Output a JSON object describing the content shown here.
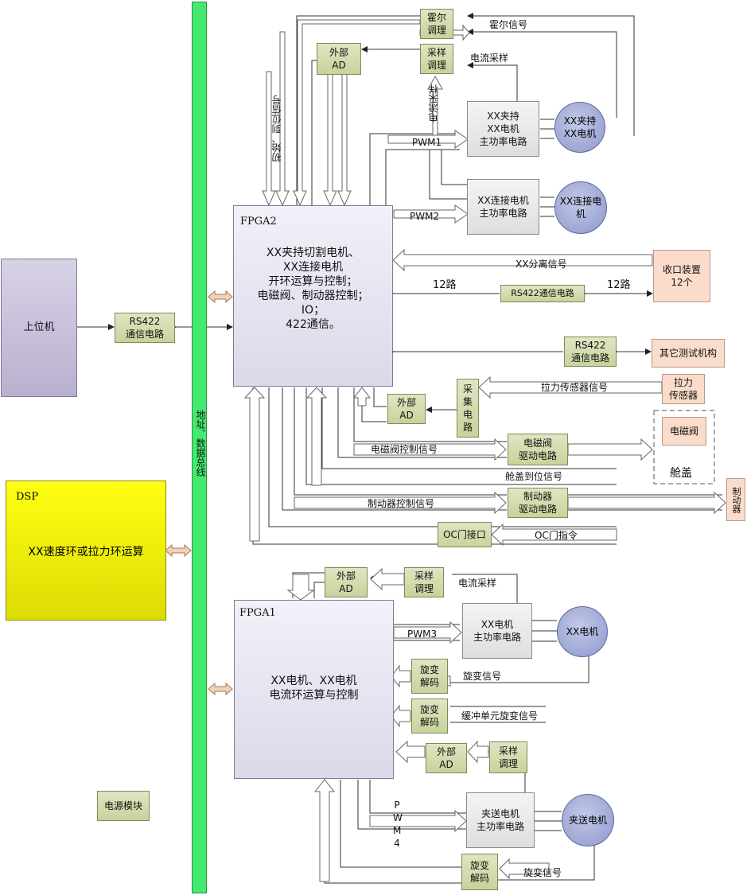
{
  "bus_label": "地址、数据总线",
  "host": {
    "label": "上位机"
  },
  "rs422_host": {
    "label": "RS422\n通信电路"
  },
  "dsp": {
    "title": "DSP",
    "text": "XX速度环或拉力环运算"
  },
  "power": {
    "label": "电源模块"
  },
  "fpga2": {
    "title": "FPGA2",
    "text": "XX夹持切割电机、\nXX连接电机\n开环运算与控制；\n电磁阀、制动器控制；\nIO；\n422通信。"
  },
  "fpga1": {
    "title": "FPGA1",
    "text": "XX电机、XX电机\n电流环运算与控制"
  },
  "blocks": {
    "hall_cond": "霍尔\n调理",
    "sample_cond_top": "采样\n调理",
    "ext_ad_top": "外部\nAD",
    "clamp_power": "XX夹持\nXX电机\n主功率电路",
    "clamp_motor": "XX夹持\nXX电机",
    "conn_power": "XX连接电机\n主功率电路",
    "conn_motor": "XX连接电\n机",
    "shoukou": "收口装置\n12个",
    "rs422_mid": "RS422通信电路",
    "rs422_other": "RS422\n通信电路",
    "other_test": "其它测试机构",
    "tension_sensor": "拉力\n传感器",
    "collect": "采\n集\n电\n路",
    "ext_ad_mid": "外部\nAD",
    "solenoid_drive": "电磁阀\n驱动电路",
    "solenoid": "电磁阀",
    "hatch": "舱盖",
    "brake_drive": "制动器\n驱动电路",
    "brake": "制动器",
    "oc_port": "OC门接口",
    "ext_ad_f1": "外部\nAD",
    "sample_cond_f1": "采样\n调理",
    "xx_power": "XX电机\n主功率电路",
    "xx_motor": "XX电机",
    "resolver1": "旋变\n解码",
    "resolver2": "旋变\n解码",
    "ext_ad_feed": "外部\nAD",
    "sample_cond_feed": "采样\n调理",
    "feed_power": "夹送电机\n主功率电路",
    "feed_motor": "夹送电机",
    "resolver3": "旋变\n解码"
  },
  "signals": {
    "hall_signal": "霍尔信号",
    "current_sample_top": "电流采样",
    "current_sample_vertical": "电流采样",
    "init_pos": "初始、到位信号",
    "pwm1": "PWM1",
    "pwm2": "PWM2",
    "separation": "XX分离信号",
    "ch12_left": "12路",
    "ch12_right": "12路",
    "tension_signal": "拉力传感器信号",
    "solenoid_ctrl": "电磁阀控制信号",
    "hatch_pos": "舱盖到位信号",
    "brake_ctrl": "制动器控制信号",
    "oc_cmd": "OC门指令",
    "current_sample_f1": "电流采样",
    "pwm3": "PWM3",
    "resolver_signal": "旋变信号",
    "buffer_resolver": "缓冲单元旋变信号",
    "pwm4": "PWM4",
    "resolver_signal_feed": "旋变信号"
  },
  "colors": {
    "bus": "#44e96f",
    "dsp": "#f2f20a",
    "block_green": "#d3dcae",
    "motor": "#9ea8d6",
    "fpga": "#e7e3f1",
    "peach": "#fbdccb"
  }
}
